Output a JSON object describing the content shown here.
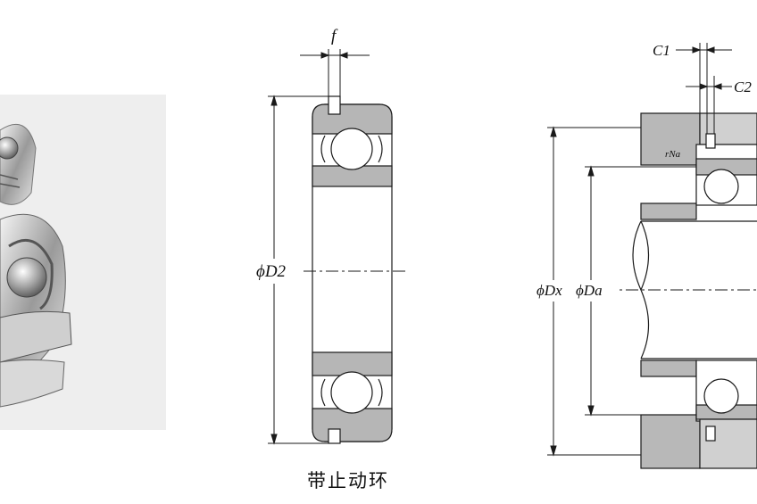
{
  "figure": {
    "caption": "带止动环",
    "middle": {
      "label_f": "f",
      "label_d2": "ϕD2"
    },
    "right": {
      "label_c1": "C1",
      "label_c2": "C2",
      "label_rna": "rNa",
      "label_dx": "ϕDx",
      "label_da": "ϕDa"
    }
  },
  "colors": {
    "ring_fill": "#b6b6b6",
    "housing_fill": "#b8b8b8",
    "line": "#1a1a1a",
    "photo_bg": "#eeeeee"
  }
}
